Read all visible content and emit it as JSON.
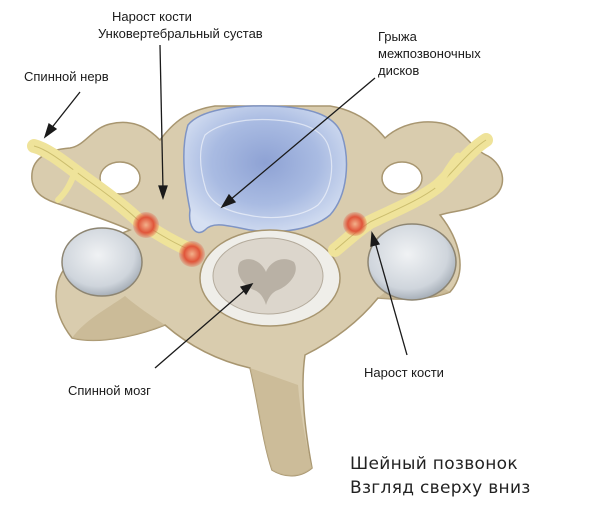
{
  "labels": {
    "bone_spur_uncovertebral": [
      "Нарост кости",
      "Унковертебральный сустав"
    ],
    "spinal_nerve": "Спинной нерв",
    "disc_herniation": [
      "Грыжа",
      "межпозвоночных",
      "дисков"
    ],
    "bone_spur_right": "Нарост кости",
    "spinal_cord": "Спинной мозг"
  },
  "caption": {
    "line1": "Шейный позвонок",
    "line2": "Взгляд сверху вниз"
  },
  "colors": {
    "bone": "#d9ccae",
    "bone_shadow": "#b8a684",
    "disc": "#aebfe0",
    "disc_core": "#8ea2d4",
    "nerve": "#efe39a",
    "inflammation": "#e0553a",
    "cord": "#dcd6cc",
    "facet": "#c9d0d8"
  }
}
